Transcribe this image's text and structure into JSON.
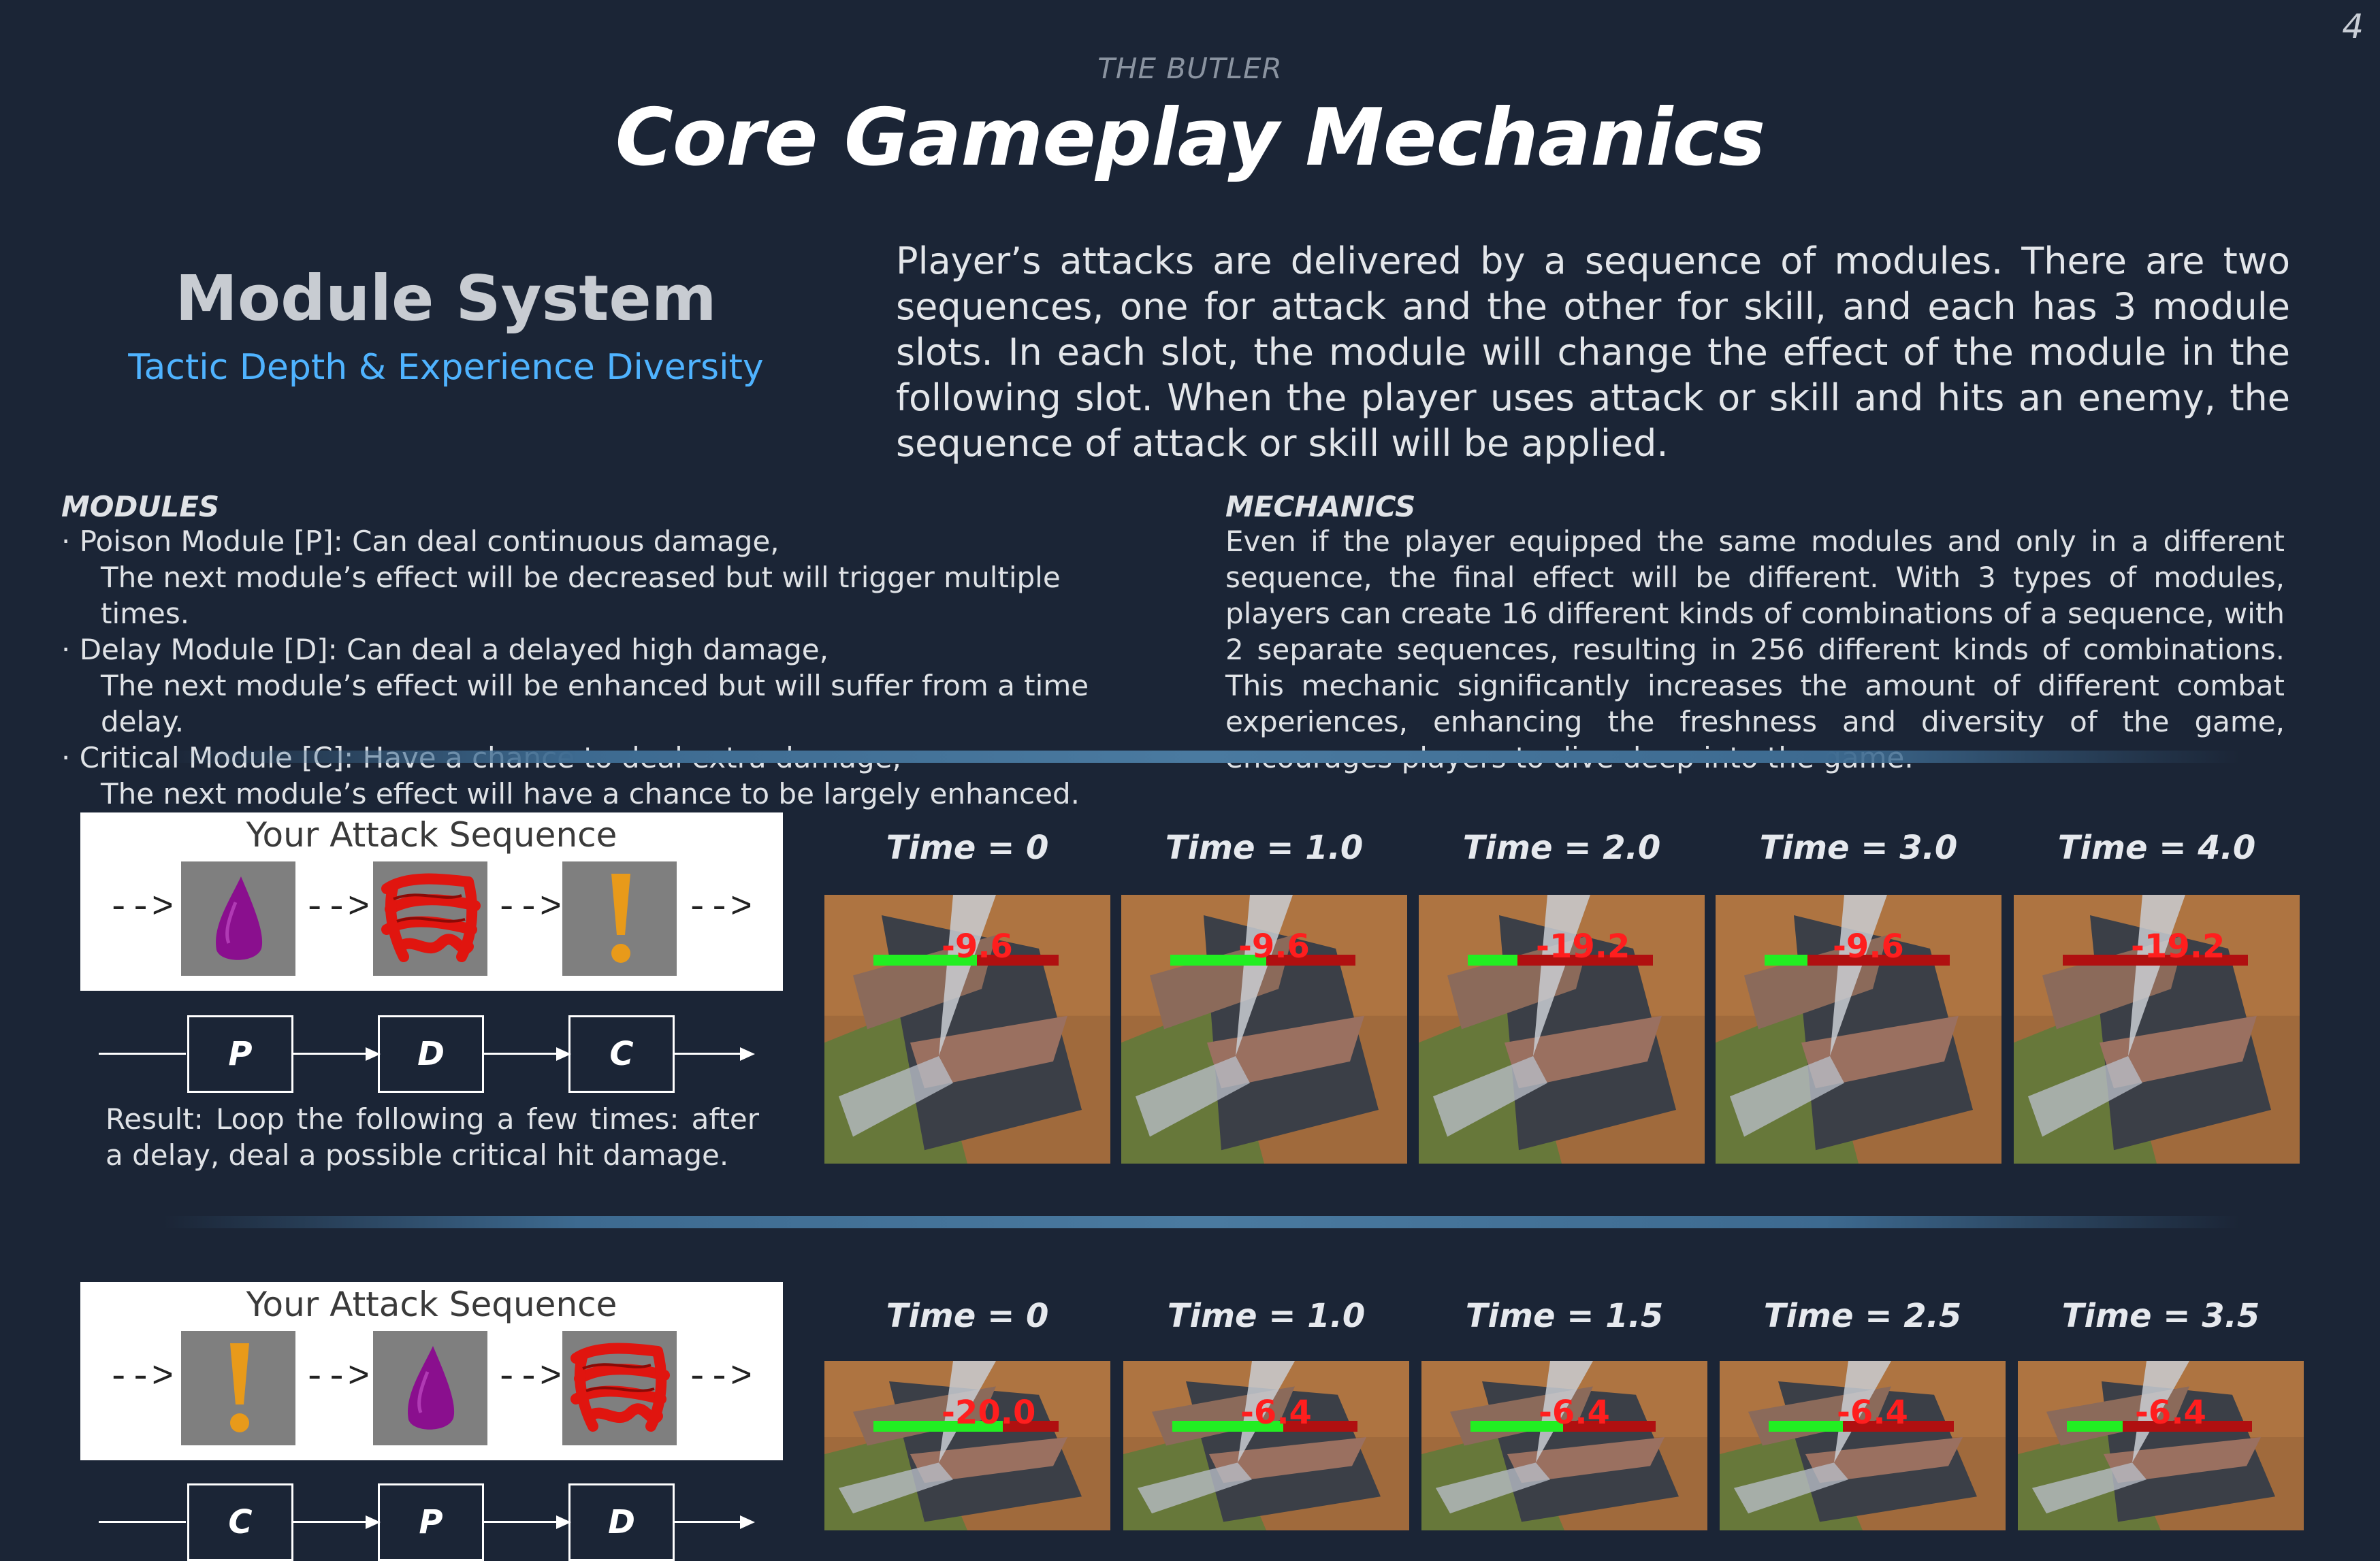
{
  "header": {
    "page_number": "4",
    "project": "THE BUTLER",
    "title": "Core Gameplay Mechanics"
  },
  "module_system": {
    "title": "Module System",
    "subtitle": "Tactic Depth & Experience Diversity",
    "intro": "Player’s attacks are delivered by a sequence of modules. There are two sequences, one for attack and the other for skill, and each has 3 module slots. In each slot, the module will change the effect of the module in the following slot. When the player uses attack or skill and hits an enemy, the sequence of attack or skill will be applied."
  },
  "modules": {
    "heading": "MODULES",
    "items": [
      {
        "line1": "· Poison Module [P]: Can deal continuous damage,",
        "line2": "The next module’s effect will be decreased but will trigger multiple times."
      },
      {
        "line1": "· Delay Module [D]: Can deal a delayed high damage,",
        "line2": "The next module’s effect will be enhanced but will suffer from a time delay."
      },
      {
        "line1": "· Critical Module [C]: Have a chance to deal extra damage,",
        "line2": "The next module’s effect will have a chance to be largely enhanced."
      }
    ]
  },
  "mechanics": {
    "heading": "MECHANICS",
    "text": "Even if the player equipped the same modules and only in a different sequence, the final effect will be different. With 3 types of modules, players can create 16 different kinds of combinations of a sequence, with 2 separate sequences, resulting in 256 different kinds of combinations. This mechanic significantly increases the amount of different combat experiences, enhancing the freshness and diversity of the game, encourages players to dive deep into the game."
  },
  "examples": [
    {
      "sequence_title": "Your Attack Sequence",
      "arrow": "-->",
      "slot_icons": [
        "poison-drop-icon",
        "delay-swirl-icon",
        "critical-exclamation-icon"
      ],
      "flow": [
        "P",
        "D",
        "C"
      ],
      "result": "Result: Loop the following a few times: after a delay, deal a possible critical hit damage.",
      "frames": [
        {
          "time": "Time = 0",
          "damage": "-9.6",
          "health": 0.56
        },
        {
          "time": "Time = 1.0",
          "damage": "-9.6",
          "health": 0.52
        },
        {
          "time": "Time = 2.0",
          "damage": "-19.2",
          "health": 0.27
        },
        {
          "time": "Time = 3.0",
          "damage": "-9.6",
          "health": 0.23
        },
        {
          "time": "Time = 4.0",
          "damage": "-19.2",
          "health": 0.0
        }
      ]
    },
    {
      "sequence_title": "Your Attack Sequence",
      "arrow": "-->",
      "slot_icons": [
        "critical-exclamation-icon",
        "poison-drop-icon",
        "delay-swirl-icon"
      ],
      "flow": [
        "C",
        "P",
        "D"
      ],
      "frames": [
        {
          "time": "Time = 0",
          "damage": "-20.0",
          "health": 0.7
        },
        {
          "time": "Time = 1.0",
          "damage": "-6.4",
          "health": 0.6
        },
        {
          "time": "Time = 1.5",
          "damage": "-6.4",
          "health": 0.5
        },
        {
          "time": "Time = 2.5",
          "damage": "-6.4",
          "health": 0.4
        },
        {
          "time": "Time = 3.5",
          "damage": "-6.4",
          "health": 0.3
        }
      ]
    }
  ],
  "colors": {
    "background": "#1b2536",
    "accent": "#4fb3ff",
    "health": "#22ee22",
    "health_lost": "#b01010",
    "damage": "#ff1e1e"
  }
}
